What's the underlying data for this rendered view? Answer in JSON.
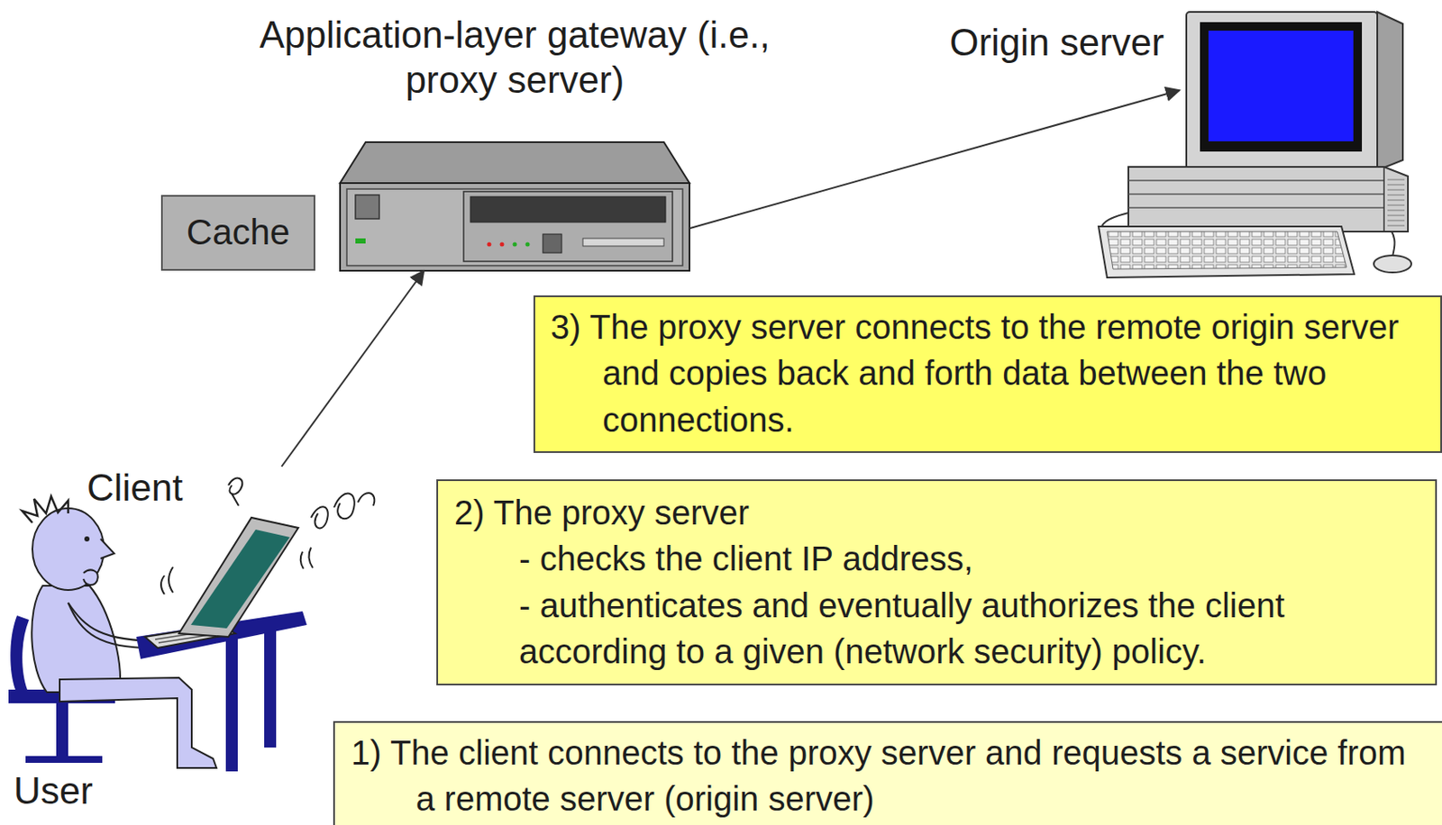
{
  "diagram": {
    "nodes": [
      {
        "text": [
          "Application-layer gateway (i.e., proxy server)"
        ]
      },
      {
        "text": [
          "Cache"
        ]
      },
      {
        "text": [
          "Origin server"
        ]
      },
      {
        "text": [
          "Client",
          "User"
        ]
      },
      {
        "text": [
          "3) The proxy server connects to the remote origin server and copies back and forth data between the two connections."
        ]
      },
      {
        "text": [
          "2) The proxy server",
          "- checks the client IP address,",
          "- authenticates and eventually authorizes the client according to a given (network security) policy."
        ]
      },
      {
        "text": [
          "1) The client connects to the proxy server and requests a service from a remote server (origin server)"
        ]
      }
    ],
    "edges": [
      {
        "from": 3,
        "to": 0,
        "arrow": "to"
      },
      {
        "from": 0,
        "to": 2,
        "arrow": "to"
      }
    ]
  }
}
